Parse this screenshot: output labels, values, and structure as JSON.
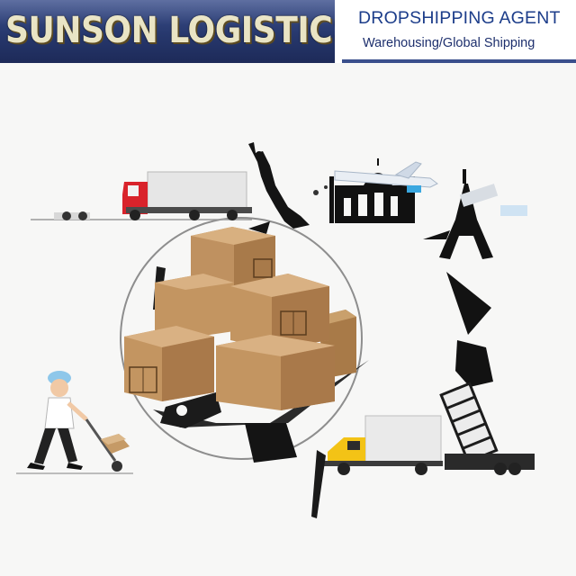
{
  "banner": {
    "brand": "SUNSON LOGISTICS",
    "headline": "DROPSHIPPING AGENT",
    "tagline": "Warehousing/Global Shipping"
  },
  "colors": {
    "banner_blue": "#27386d",
    "brand_text": "#e9e4c4",
    "headline_blue": "#1c3d8a",
    "box_brown": "#c39561",
    "truck_red": "#d9232b",
    "truck_yellow": "#f3c316"
  },
  "icons": [
    "red-truck-icon",
    "yellow-truck-icon",
    "cardboard-boxes",
    "delivery-man-icon",
    "statue-of-liberty-icon",
    "taj-mahal-icon",
    "eiffel-tower-icon",
    "leaning-tower-icon",
    "airplane-icon"
  ]
}
